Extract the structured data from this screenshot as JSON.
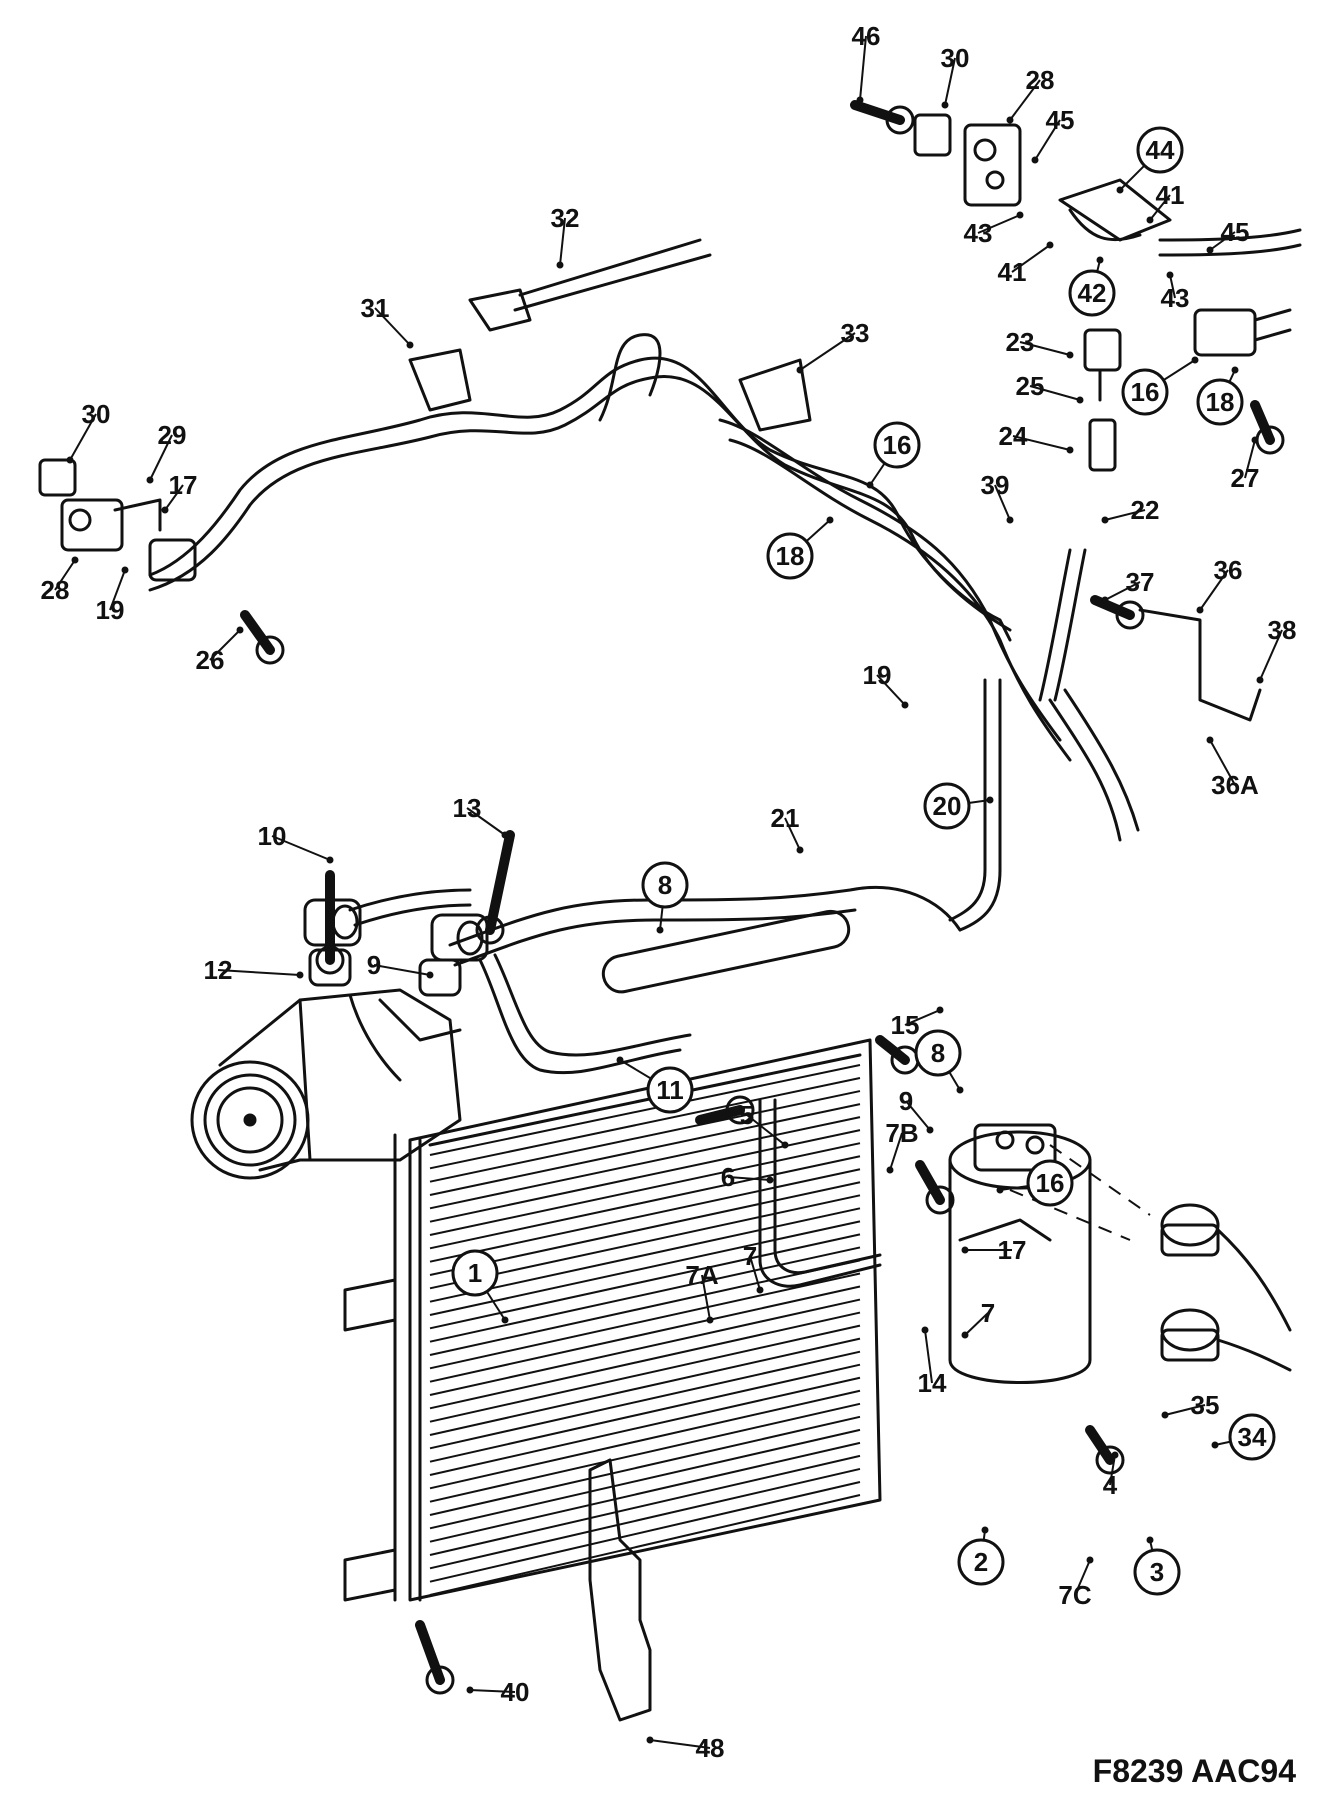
{
  "caption": "F8239 AAC94",
  "callouts": [
    {
      "label": "46",
      "circled": false
    },
    {
      "label": "30",
      "circled": false
    },
    {
      "label": "28",
      "circled": false
    },
    {
      "label": "45",
      "circled": false
    },
    {
      "label": "44",
      "circled": true
    },
    {
      "label": "41",
      "circled": false
    },
    {
      "label": "45",
      "circled": false
    },
    {
      "label": "43",
      "circled": false
    },
    {
      "label": "41",
      "circled": false
    },
    {
      "label": "42",
      "circled": true
    },
    {
      "label": "43",
      "circled": false
    },
    {
      "label": "32",
      "circled": false
    },
    {
      "label": "31",
      "circled": false
    },
    {
      "label": "33",
      "circled": false
    },
    {
      "label": "23",
      "circled": false
    },
    {
      "label": "25",
      "circled": false
    },
    {
      "label": "16",
      "circled": true
    },
    {
      "label": "18",
      "circled": true
    },
    {
      "label": "27",
      "circled": false
    },
    {
      "label": "24",
      "circled": false
    },
    {
      "label": "16",
      "circled": true
    },
    {
      "label": "18",
      "circled": true
    },
    {
      "label": "39",
      "circled": false
    },
    {
      "label": "22",
      "circled": false
    },
    {
      "label": "30",
      "circled": false
    },
    {
      "label": "29",
      "circled": false
    },
    {
      "label": "17",
      "circled": false
    },
    {
      "label": "28",
      "circled": false
    },
    {
      "label": "19",
      "circled": false
    },
    {
      "label": "26",
      "circled": false
    },
    {
      "label": "37",
      "circled": false
    },
    {
      "label": "36",
      "circled": false
    },
    {
      "label": "38",
      "circled": false
    },
    {
      "label": "19",
      "circled": false
    },
    {
      "label": "36A",
      "circled": false
    },
    {
      "label": "20",
      "circled": true
    },
    {
      "label": "13",
      "circled": false
    },
    {
      "label": "10",
      "circled": false
    },
    {
      "label": "21",
      "circled": false
    },
    {
      "label": "8",
      "circled": true
    },
    {
      "label": "12",
      "circled": false
    },
    {
      "label": "9",
      "circled": false
    },
    {
      "label": "15",
      "circled": false
    },
    {
      "label": "11",
      "circled": true
    },
    {
      "label": "8",
      "circled": true
    },
    {
      "label": "9",
      "circled": false
    },
    {
      "label": "5",
      "circled": false
    },
    {
      "label": "6",
      "circled": false
    },
    {
      "label": "7B",
      "circled": false
    },
    {
      "label": "16",
      "circled": true
    },
    {
      "label": "17",
      "circled": false
    },
    {
      "label": "1",
      "circled": true
    },
    {
      "label": "7A",
      "circled": false
    },
    {
      "label": "7",
      "circled": false
    },
    {
      "label": "7",
      "circled": false
    },
    {
      "label": "14",
      "circled": false
    },
    {
      "label": "35",
      "circled": false
    },
    {
      "label": "34",
      "circled": true
    },
    {
      "label": "4",
      "circled": false
    },
    {
      "label": "2",
      "circled": true
    },
    {
      "label": "7C",
      "circled": false
    },
    {
      "label": "3",
      "circled": true
    },
    {
      "label": "40",
      "circled": false
    },
    {
      "label": "48",
      "circled": false
    }
  ]
}
